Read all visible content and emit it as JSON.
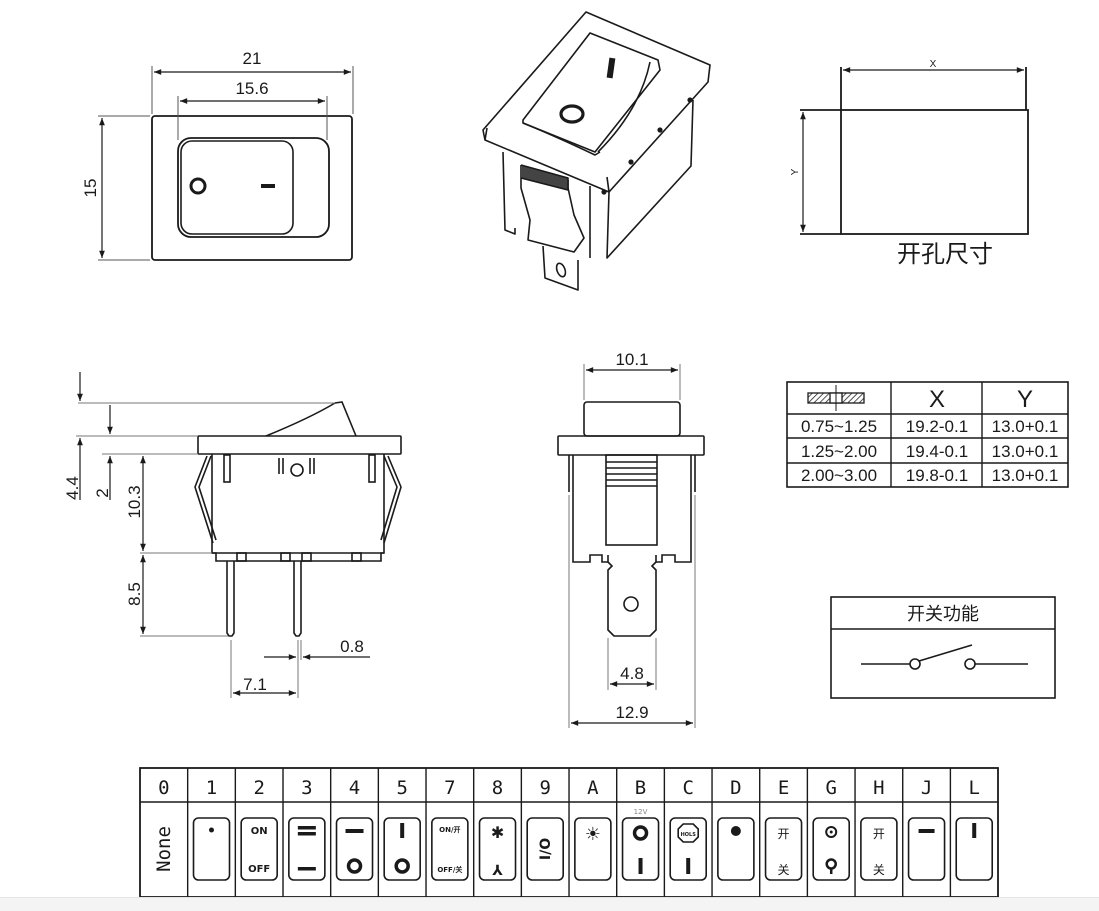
{
  "front_view": {
    "width_outer": "21",
    "width_inner": "15.6",
    "height": "15",
    "rocker_off_symbol": "O",
    "rocker_on_symbol": "I"
  },
  "cutout": {
    "x_label": "X",
    "y_label": "Y",
    "caption": "开孔尺寸"
  },
  "side_view": {
    "dims": {
      "rocker_height": "4.4",
      "flange": "2",
      "body_height": "10.3",
      "pin_length": "8.5",
      "pin_width": "0.8",
      "pin_pitch": "7.1"
    }
  },
  "end_view": {
    "dims": {
      "top_width": "10.1",
      "terminal_width": "4.8",
      "body_width": "12.9"
    }
  },
  "panel_table": {
    "headers": [
      "",
      "X",
      "Y"
    ],
    "rows": [
      [
        "0.75~1.25",
        "19.2-0.1",
        "13.0+0.1"
      ],
      [
        "1.25~2.00",
        "19.4-0.1",
        "13.0+0.1"
      ],
      [
        "2.00~3.00",
        "19.8-0.1",
        "13.0+0.1"
      ]
    ]
  },
  "switch_function": {
    "title": "开关功能"
  },
  "marking_codes": {
    "codes": [
      "0",
      "1",
      "2",
      "3",
      "4",
      "5",
      "7",
      "8",
      "9",
      "A",
      "B",
      "C",
      "D",
      "E",
      "G",
      "H",
      "J",
      "L"
    ],
    "none_label": "None",
    "code2_on": "ON",
    "code2_off": "OFF",
    "code7_on": "ON/开",
    "code7_off": "OFF/关",
    "code9_text": "I/O",
    "codeB_small": "12V",
    "codeC_text": "HOLS",
    "codeE_top": "开",
    "codeE_bottom": "关",
    "codeH_top": "开",
    "codeH_bottom": "关"
  },
  "colors": {
    "line": "#1a1a1a",
    "dim_line": "#555555",
    "background": "#ffffff"
  }
}
